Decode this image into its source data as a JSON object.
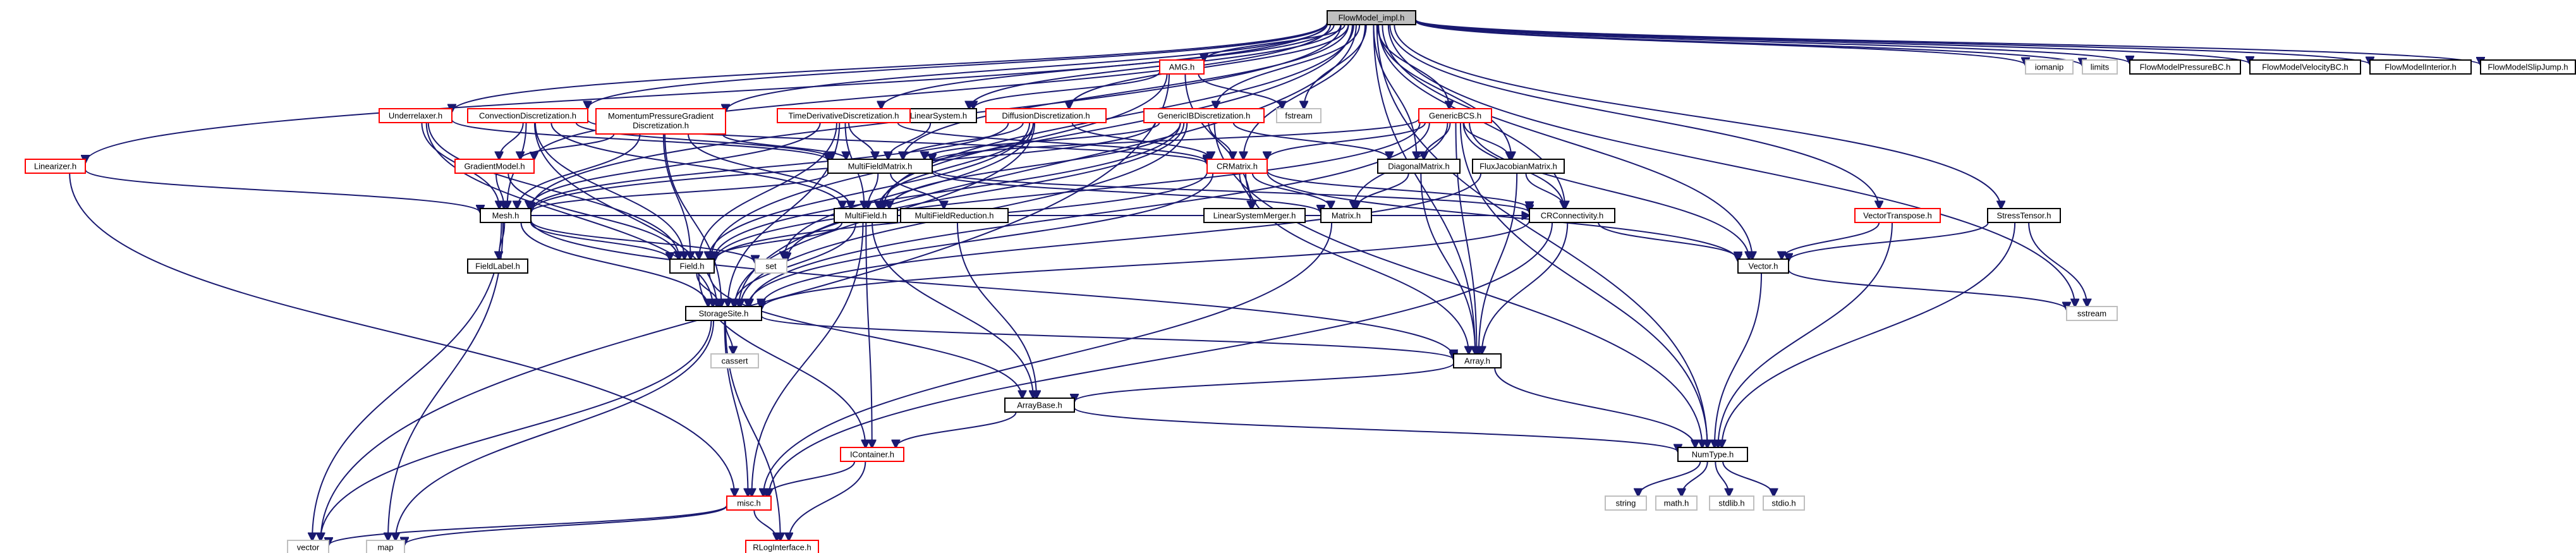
{
  "diagram": {
    "nodes": [
      {
        "id": "root",
        "label": "FlowModel_impl.h",
        "style": "root"
      },
      {
        "id": "amg",
        "label": "AMG.h",
        "style": "red"
      },
      {
        "id": "iomanip",
        "label": "iomanip",
        "style": "gray"
      },
      {
        "id": "limits",
        "label": "limits",
        "style": "gray"
      },
      {
        "id": "fmpbc",
        "label": "FlowModelPressureBC.h",
        "style": "black"
      },
      {
        "id": "fmvbc",
        "label": "FlowModelVelocityBC.h",
        "style": "black"
      },
      {
        "id": "fmint",
        "label": "FlowModelInterior.h",
        "style": "black"
      },
      {
        "id": "fmslip",
        "label": "FlowModelSlipJump.h",
        "style": "black"
      },
      {
        "id": "momdisc",
        "label": "MomentumPressureGradient Discretization.h",
        "style": "red"
      },
      {
        "id": "linsys",
        "label": "LinearSystem.h",
        "style": "black"
      },
      {
        "id": "fstream",
        "label": "fstream",
        "style": "gray"
      },
      {
        "id": "underrelax",
        "label": "Underrelaxer.h",
        "style": "red"
      },
      {
        "id": "convdisc",
        "label": "ConvectionDiscretization.h",
        "style": "red"
      },
      {
        "id": "timedisc",
        "label": "TimeDerivativeDiscretization.h",
        "style": "red"
      },
      {
        "id": "diffdisc",
        "label": "DiffusionDiscretization.h",
        "style": "red"
      },
      {
        "id": "genibdisc",
        "label": "GenericIBDiscretization.h",
        "style": "red"
      },
      {
        "id": "genericbcs",
        "label": "GenericBCS.h",
        "style": "red"
      },
      {
        "id": "linearizer",
        "label": "Linearizer.h",
        "style": "red"
      },
      {
        "id": "gradmodel",
        "label": "GradientModel.h",
        "style": "red"
      },
      {
        "id": "mfm",
        "label": "MultiFieldMatrix.h",
        "style": "black"
      },
      {
        "id": "crmatrix",
        "label": "CRMatrix.h",
        "style": "red"
      },
      {
        "id": "diagmatrix",
        "label": "DiagonalMatrix.h",
        "style": "black"
      },
      {
        "id": "fluxjac",
        "label": "FluxJacobianMatrix.h",
        "style": "black"
      },
      {
        "id": "vectrans",
        "label": "VectorTranspose.h",
        "style": "red"
      },
      {
        "id": "stresstensor",
        "label": "StressTensor.h",
        "style": "black"
      },
      {
        "id": "mesh",
        "label": "Mesh.h",
        "style": "black"
      },
      {
        "id": "multifield",
        "label": "MultiField.h",
        "style": "black"
      },
      {
        "id": "mfred",
        "label": "MultiFieldReduction.h",
        "style": "black"
      },
      {
        "id": "lsmerger",
        "label": "LinearSystemMerger.h",
        "style": "black"
      },
      {
        "id": "matrix",
        "label": "Matrix.h",
        "style": "black"
      },
      {
        "id": "crconn",
        "label": "CRConnectivity.h",
        "style": "black"
      },
      {
        "id": "fieldlabel",
        "label": "FieldLabel.h",
        "style": "black"
      },
      {
        "id": "field",
        "label": "Field.h",
        "style": "black"
      },
      {
        "id": "set",
        "label": "set",
        "style": "gray"
      },
      {
        "id": "vector_h",
        "label": "Vector.h",
        "style": "black"
      },
      {
        "id": "sstream",
        "label": "sstream",
        "style": "gray"
      },
      {
        "id": "storagesite",
        "label": "StorageSite.h",
        "style": "black"
      },
      {
        "id": "cassert",
        "label": "cassert",
        "style": "gray"
      },
      {
        "id": "array",
        "label": "Array.h",
        "style": "black"
      },
      {
        "id": "arraybase",
        "label": "ArrayBase.h",
        "style": "black"
      },
      {
        "id": "icontainer",
        "label": "IContainer.h",
        "style": "red"
      },
      {
        "id": "numtype",
        "label": "NumType.h",
        "style": "black"
      },
      {
        "id": "string",
        "label": "string",
        "style": "gray"
      },
      {
        "id": "mathh",
        "label": "math.h",
        "style": "gray"
      },
      {
        "id": "stdlib",
        "label": "stdlib.h",
        "style": "gray"
      },
      {
        "id": "stdio",
        "label": "stdio.h",
        "style": "gray"
      },
      {
        "id": "misc",
        "label": "misc.h",
        "style": "red"
      },
      {
        "id": "vector",
        "label": "vector",
        "style": "gray"
      },
      {
        "id": "map",
        "label": "map",
        "style": "gray"
      },
      {
        "id": "rlog",
        "label": "RLogInterface.h",
        "style": "red"
      }
    ],
    "edges": [
      [
        "root",
        "amg"
      ],
      [
        "root",
        "iomanip"
      ],
      [
        "root",
        "limits"
      ],
      [
        "root",
        "fmpbc"
      ],
      [
        "root",
        "fmvbc"
      ],
      [
        "root",
        "fmint"
      ],
      [
        "root",
        "fmslip"
      ],
      [
        "root",
        "momdisc"
      ],
      [
        "root",
        "linsys"
      ],
      [
        "root",
        "fstream"
      ],
      [
        "root",
        "underrelax"
      ],
      [
        "root",
        "convdisc"
      ],
      [
        "root",
        "timedisc"
      ],
      [
        "root",
        "diffdisc"
      ],
      [
        "root",
        "genibdisc"
      ],
      [
        "root",
        "genericbcs"
      ],
      [
        "root",
        "linearizer"
      ],
      [
        "root",
        "mfm"
      ],
      [
        "root",
        "crmatrix"
      ],
      [
        "root",
        "diagmatrix"
      ],
      [
        "root",
        "fluxjac"
      ],
      [
        "root",
        "vectrans"
      ],
      [
        "root",
        "stresstensor"
      ],
      [
        "root",
        "mesh"
      ],
      [
        "root",
        "multifield"
      ],
      [
        "root",
        "storagesite"
      ],
      [
        "root",
        "array"
      ],
      [
        "root",
        "numtype"
      ],
      [
        "root",
        "vector_h"
      ],
      [
        "root",
        "sstream"
      ],
      [
        "root",
        "crconn"
      ],
      [
        "root",
        "gradmodel"
      ],
      [
        "root",
        "field"
      ],
      [
        "amg",
        "linsys"
      ],
      [
        "amg",
        "fstream"
      ],
      [
        "amg",
        "vector"
      ],
      [
        "amg",
        "lsmerger"
      ],
      [
        "amg",
        "multifield"
      ],
      [
        "linsys",
        "mfm"
      ],
      [
        "underrelax",
        "mfm"
      ],
      [
        "underrelax",
        "mesh"
      ],
      [
        "underrelax",
        "field"
      ],
      [
        "underrelax",
        "storagesite"
      ],
      [
        "convdisc",
        "mfm"
      ],
      [
        "convdisc",
        "gradmodel"
      ],
      [
        "convdisc",
        "mesh"
      ],
      [
        "convdisc",
        "field"
      ],
      [
        "convdisc",
        "storagesite"
      ],
      [
        "convdisc",
        "crmatrix"
      ],
      [
        "convdisc",
        "multifield"
      ],
      [
        "momdisc",
        "mfm"
      ],
      [
        "momdisc",
        "mesh"
      ],
      [
        "momdisc",
        "gradmodel"
      ],
      [
        "momdisc",
        "field"
      ],
      [
        "momdisc",
        "storagesite"
      ],
      [
        "momdisc",
        "multifield"
      ],
      [
        "timedisc",
        "mfm"
      ],
      [
        "timedisc",
        "mesh"
      ],
      [
        "timedisc",
        "field"
      ],
      [
        "timedisc",
        "storagesite"
      ],
      [
        "timedisc",
        "multifield"
      ],
      [
        "timedisc",
        "crmatrix"
      ],
      [
        "diffdisc",
        "mfm"
      ],
      [
        "diffdisc",
        "mesh"
      ],
      [
        "diffdisc",
        "field"
      ],
      [
        "diffdisc",
        "storagesite"
      ],
      [
        "diffdisc",
        "multifield"
      ],
      [
        "diffdisc",
        "crmatrix"
      ],
      [
        "diffdisc",
        "set"
      ],
      [
        "genibdisc",
        "mfm"
      ],
      [
        "genibdisc",
        "crmatrix"
      ],
      [
        "genibdisc",
        "diagmatrix"
      ],
      [
        "genibdisc",
        "mesh"
      ],
      [
        "genibdisc",
        "field"
      ],
      [
        "genibdisc",
        "storagesite"
      ],
      [
        "genibdisc",
        "multifield"
      ],
      [
        "genibdisc",
        "numtype"
      ],
      [
        "genibdisc",
        "set"
      ],
      [
        "genericbcs",
        "mfm"
      ],
      [
        "genericbcs",
        "crmatrix"
      ],
      [
        "genericbcs",
        "diagmatrix"
      ],
      [
        "genericbcs",
        "fluxjac"
      ],
      [
        "genericbcs",
        "crconn"
      ],
      [
        "genericbcs",
        "vector_h"
      ],
      [
        "genericbcs",
        "array"
      ],
      [
        "genericbcs",
        "numtype"
      ],
      [
        "genericbcs",
        "storagesite"
      ],
      [
        "genericbcs",
        "field"
      ],
      [
        "genericbcs",
        "matrix"
      ],
      [
        "linearizer",
        "mesh"
      ],
      [
        "linearizer",
        "misc"
      ],
      [
        "gradmodel",
        "mesh"
      ],
      [
        "gradmodel",
        "field"
      ],
      [
        "mfm",
        "mesh"
      ],
      [
        "mfm",
        "multifield"
      ],
      [
        "mfm",
        "mfred"
      ],
      [
        "mfm",
        "matrix"
      ],
      [
        "mfm",
        "crconn"
      ],
      [
        "crmatrix",
        "lsmerger"
      ],
      [
        "crmatrix",
        "matrix"
      ],
      [
        "crmatrix",
        "crconn"
      ],
      [
        "crmatrix",
        "storagesite"
      ],
      [
        "crmatrix",
        "array"
      ],
      [
        "crmatrix",
        "vector_h"
      ],
      [
        "crmatrix",
        "field"
      ],
      [
        "diagmatrix",
        "matrix"
      ],
      [
        "diagmatrix",
        "array"
      ],
      [
        "fluxjac",
        "crconn"
      ],
      [
        "fluxjac",
        "array"
      ],
      [
        "fluxjac",
        "storagesite"
      ],
      [
        "vectrans",
        "vector_h"
      ],
      [
        "vectrans",
        "numtype"
      ],
      [
        "stresstensor",
        "vector_h"
      ],
      [
        "stresstensor",
        "sstream"
      ],
      [
        "stresstensor",
        "numtype"
      ],
      [
        "mesh",
        "fieldlabel"
      ],
      [
        "mesh",
        "field"
      ],
      [
        "mesh",
        "set"
      ],
      [
        "mesh",
        "storagesite"
      ],
      [
        "mesh",
        "crconn"
      ],
      [
        "mesh",
        "vector"
      ],
      [
        "mesh",
        "map"
      ],
      [
        "mesh",
        "array"
      ],
      [
        "multifield",
        "field"
      ],
      [
        "multifield",
        "storagesite"
      ],
      [
        "multifield",
        "arraybase"
      ],
      [
        "multifield",
        "icontainer"
      ],
      [
        "multifield",
        "misc"
      ],
      [
        "mfred",
        "arraybase"
      ],
      [
        "matrix",
        "misc"
      ],
      [
        "crconn",
        "storagesite"
      ],
      [
        "crconn",
        "array"
      ],
      [
        "crconn",
        "vector_h"
      ],
      [
        "crconn",
        "misc"
      ],
      [
        "field",
        "storagesite"
      ],
      [
        "field",
        "arraybase"
      ],
      [
        "field",
        "icontainer"
      ],
      [
        "vector_h",
        "numtype"
      ],
      [
        "vector_h",
        "sstream"
      ],
      [
        "storagesite",
        "cassert"
      ],
      [
        "storagesite",
        "array"
      ],
      [
        "storagesite",
        "misc"
      ],
      [
        "storagesite",
        "vector"
      ],
      [
        "storagesite",
        "map"
      ],
      [
        "storagesite",
        "rlog"
      ],
      [
        "array",
        "arraybase"
      ],
      [
        "array",
        "numtype"
      ],
      [
        "arraybase",
        "icontainer"
      ],
      [
        "arraybase",
        "numtype"
      ],
      [
        "icontainer",
        "misc"
      ],
      [
        "icontainer",
        "rlog"
      ],
      [
        "numtype",
        "string"
      ],
      [
        "numtype",
        "mathh"
      ],
      [
        "numtype",
        "stdlib"
      ],
      [
        "numtype",
        "stdio"
      ],
      [
        "misc",
        "rlog"
      ],
      [
        "misc",
        "vector"
      ],
      [
        "misc",
        "map"
      ]
    ]
  }
}
